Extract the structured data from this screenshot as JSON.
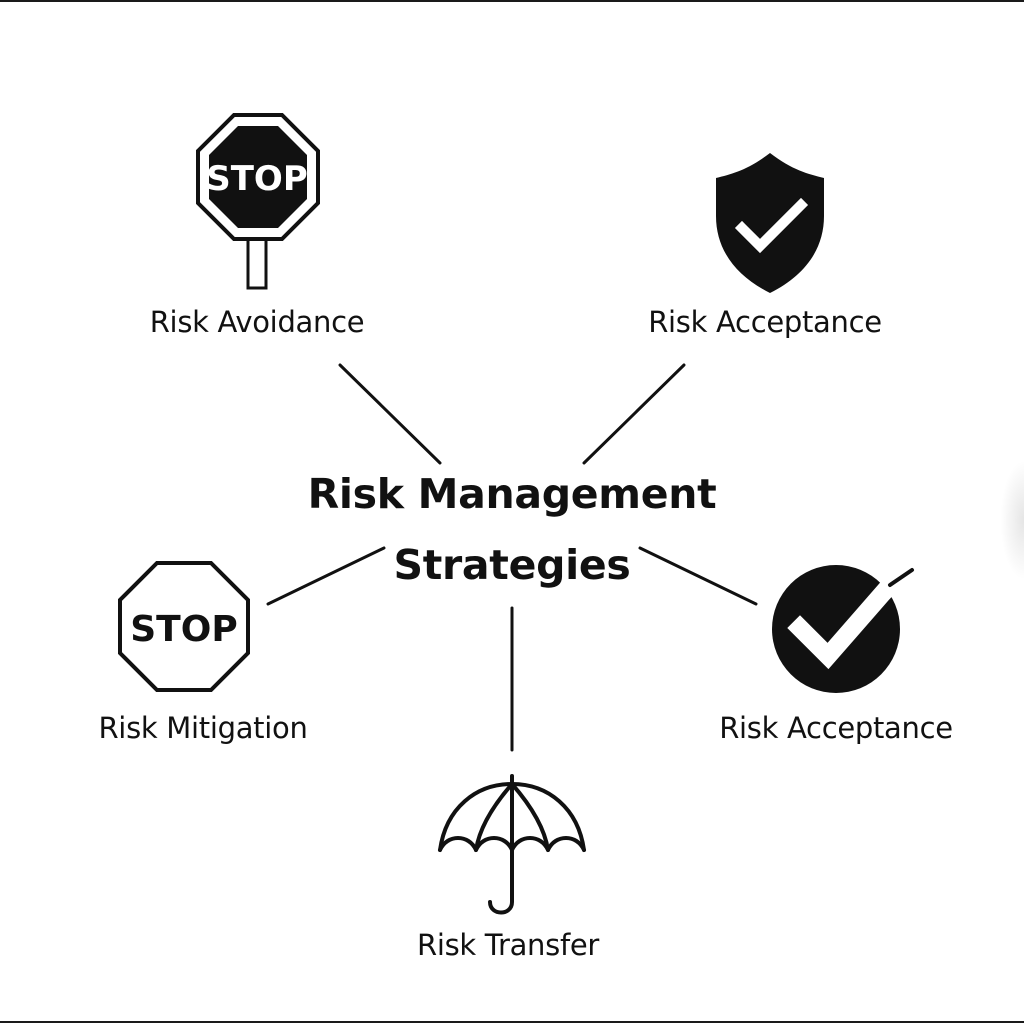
{
  "title": {
    "line1": "Risk Management",
    "line2": "Strategies"
  },
  "nodes": [
    {
      "id": "risk-avoidance",
      "label": "Risk Avoidance",
      "icon": "stop-sign-on-post-icon",
      "icon_text": "STOP"
    },
    {
      "id": "risk-acceptance-shield",
      "label": "Risk Acceptance",
      "icon": "shield-check-icon"
    },
    {
      "id": "risk-mitigation",
      "label": "Risk Mitigation",
      "icon": "stop-sign-icon",
      "icon_text": "STOP"
    },
    {
      "id": "risk-acceptance-circle",
      "label": "Risk Acceptance",
      "icon": "check-circle-icon"
    },
    {
      "id": "risk-transfer",
      "label": "Risk Transfer",
      "icon": "umbrella-icon"
    }
  ],
  "colors": {
    "background": "#ffffff",
    "ink": "#111111"
  }
}
